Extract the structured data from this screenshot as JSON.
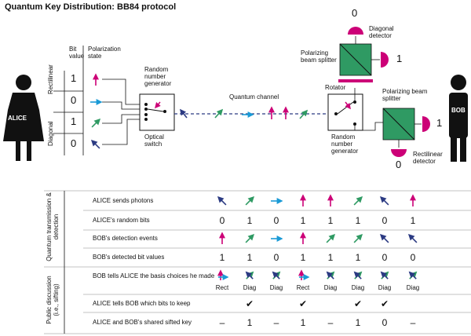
{
  "title": "Quantum Key Distribution: BB84 protocol",
  "alice_label": "ALICE",
  "bob_label": "BOB",
  "alice_table": {
    "col_bit_value": "Bit value",
    "col_polarization": "Polarization state",
    "group_rectilinear": "Rectilinear",
    "group_diagonal": "Diagonal",
    "rows": [
      {
        "bit": "1",
        "arrow": "up"
      },
      {
        "bit": "0",
        "arrow": "right"
      },
      {
        "bit": "1",
        "arrow": "diag-ne"
      },
      {
        "bit": "0",
        "arrow": "diag-nw"
      }
    ]
  },
  "labels": {
    "rng_left": "Random number generator",
    "optical_switch": "Optical switch",
    "quantum_channel": "Quantum channel",
    "rng_right": "Random number generator",
    "rotator": "Rotator",
    "pbs_top": "Polarizing beam splitter",
    "pbs_right": "Polarizing beam splitter",
    "diag_detector": "Diagonal detector",
    "rect_detector": "Rectilinear detector",
    "out_top": "0",
    "out_top_right": "1",
    "out_right": "1",
    "out_bottom": "0"
  },
  "colors": {
    "magenta": "#cc0077",
    "green": "#2f9a63",
    "cyan": "#1a9ad6",
    "navy": "#2b3a82",
    "box_green": "#2f9a63"
  },
  "group_labels": {
    "quantum": "Quantum transmission & detection",
    "public": "Public discussion (i.e., sifting)"
  },
  "rows": {
    "sends_photons": {
      "label": "ALICE sends photons",
      "arrows": [
        "diag-nw",
        "diag-ne",
        "right",
        "up",
        "up",
        "diag-ne",
        "diag-nw",
        "up"
      ]
    },
    "random_bits": {
      "label": "ALICE's random bits",
      "values": [
        "0",
        "1",
        "0",
        "1",
        "1",
        "1",
        "0",
        "1"
      ]
    },
    "detection_events": {
      "label": "BOB's detection events",
      "arrows": [
        "up",
        "diag-ne",
        "right",
        "up",
        "diag-ne",
        "diag-ne",
        "diag-nw",
        "diag-nw"
      ]
    },
    "detected_bits": {
      "label": "BOB's detected bit values",
      "values": [
        "1",
        "1",
        "0",
        "1",
        "1",
        "1",
        "0",
        "0"
      ]
    },
    "basis_choices": {
      "label": "BOB tells ALICE the basis choices he made",
      "values": [
        "Rect",
        "Diag",
        "Diag",
        "Rect",
        "Diag",
        "Diag",
        "Diag",
        "Diag"
      ]
    },
    "bits_to_keep": {
      "label": "ALICE tells BOB which bits to keep",
      "values": [
        "",
        "✔",
        "",
        "✔",
        "",
        "✔",
        "✔",
        ""
      ]
    },
    "shared_key": {
      "label": "ALICE and BOB's shared sifted key",
      "values": [
        "–",
        "1",
        "–",
        "1",
        "–",
        "1",
        "0",
        "–"
      ]
    }
  }
}
